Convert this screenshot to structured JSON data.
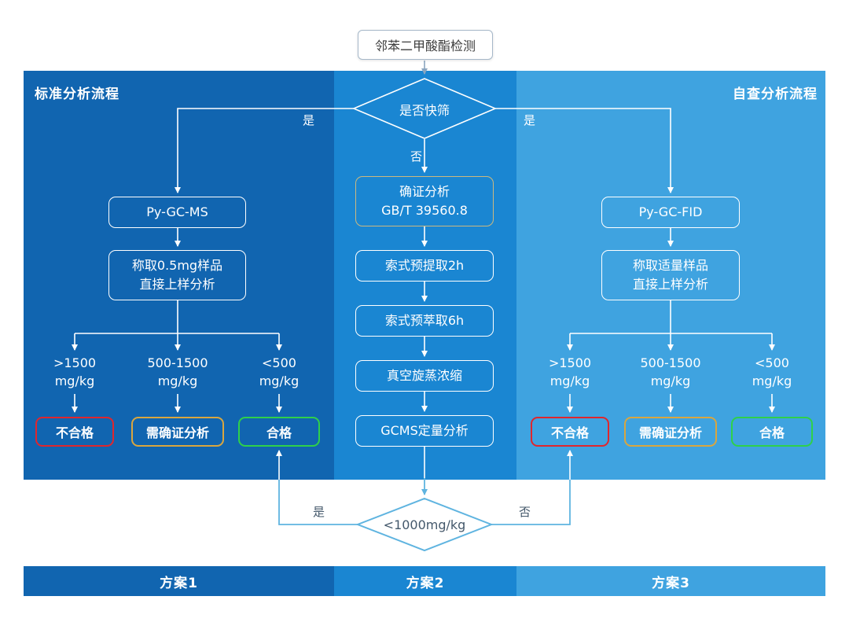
{
  "title": {
    "text": "邻苯二甲酸酯检测"
  },
  "decision_top": {
    "text": "是否快筛",
    "yes_left": "是",
    "yes_right": "是",
    "no": "否"
  },
  "decision_bottom": {
    "text": "<1000mg/kg",
    "yes": "是",
    "no": "否"
  },
  "columns": {
    "left": {
      "header": "标准分析流程",
      "footer": "方案1",
      "bg": "#1165b0",
      "step1": "Py-GC-MS",
      "step2_line1": "称取0.5mg样品",
      "step2_line2": "直接上样分析",
      "thresholds": [
        {
          "line1": ">1500",
          "line2": "mg/kg"
        },
        {
          "line1": "500-1500",
          "line2": "mg/kg"
        },
        {
          "line1": "<500",
          "line2": "mg/kg"
        }
      ],
      "results": [
        {
          "label": "不合格",
          "color": "#e0262d"
        },
        {
          "label": "需确证分析",
          "color": "#d9a63f"
        },
        {
          "label": "合格",
          "color": "#2fd04a"
        }
      ]
    },
    "middle": {
      "footer": "方案2",
      "bg": "#1a86d2",
      "step1_line1": "确证分析",
      "step1_line2": "GB/T 39560.8",
      "step1_border": "#cdb97e",
      "steps": [
        "索式预提取2h",
        "索式预萃取6h",
        "真空旋蒸浓缩",
        "GCMS定量分析"
      ]
    },
    "right": {
      "header": "自查分析流程",
      "footer": "方案3",
      "bg": "#3fa3e0",
      "step1": "Py-GC-FID",
      "step2_line1": "称取适量样品",
      "step2_line2": "直接上样分析",
      "thresholds": [
        {
          "line1": ">1500",
          "line2": "mg/kg"
        },
        {
          "line1": "500-1500",
          "line2": "mg/kg"
        },
        {
          "line1": "<500",
          "line2": "mg/kg"
        }
      ],
      "results": [
        {
          "label": "不合格",
          "color": "#e0262d"
        },
        {
          "label": "需确证分析",
          "color": "#d9a63f"
        },
        {
          "label": "合格",
          "color": "#2fd04a"
        }
      ]
    }
  },
  "colors": {
    "connector": "#ffffff",
    "connector_light": "#5fb4e0",
    "top_arrow": "#8aa5bf",
    "diamond_top_fill": "#1a86d2",
    "diamond_top_stroke": "#ffffff",
    "diamond_bottom_fill": "#ffffff",
    "diamond_bottom_stroke": "#5fb4e0",
    "diamond_bottom_text": "#44586b"
  }
}
